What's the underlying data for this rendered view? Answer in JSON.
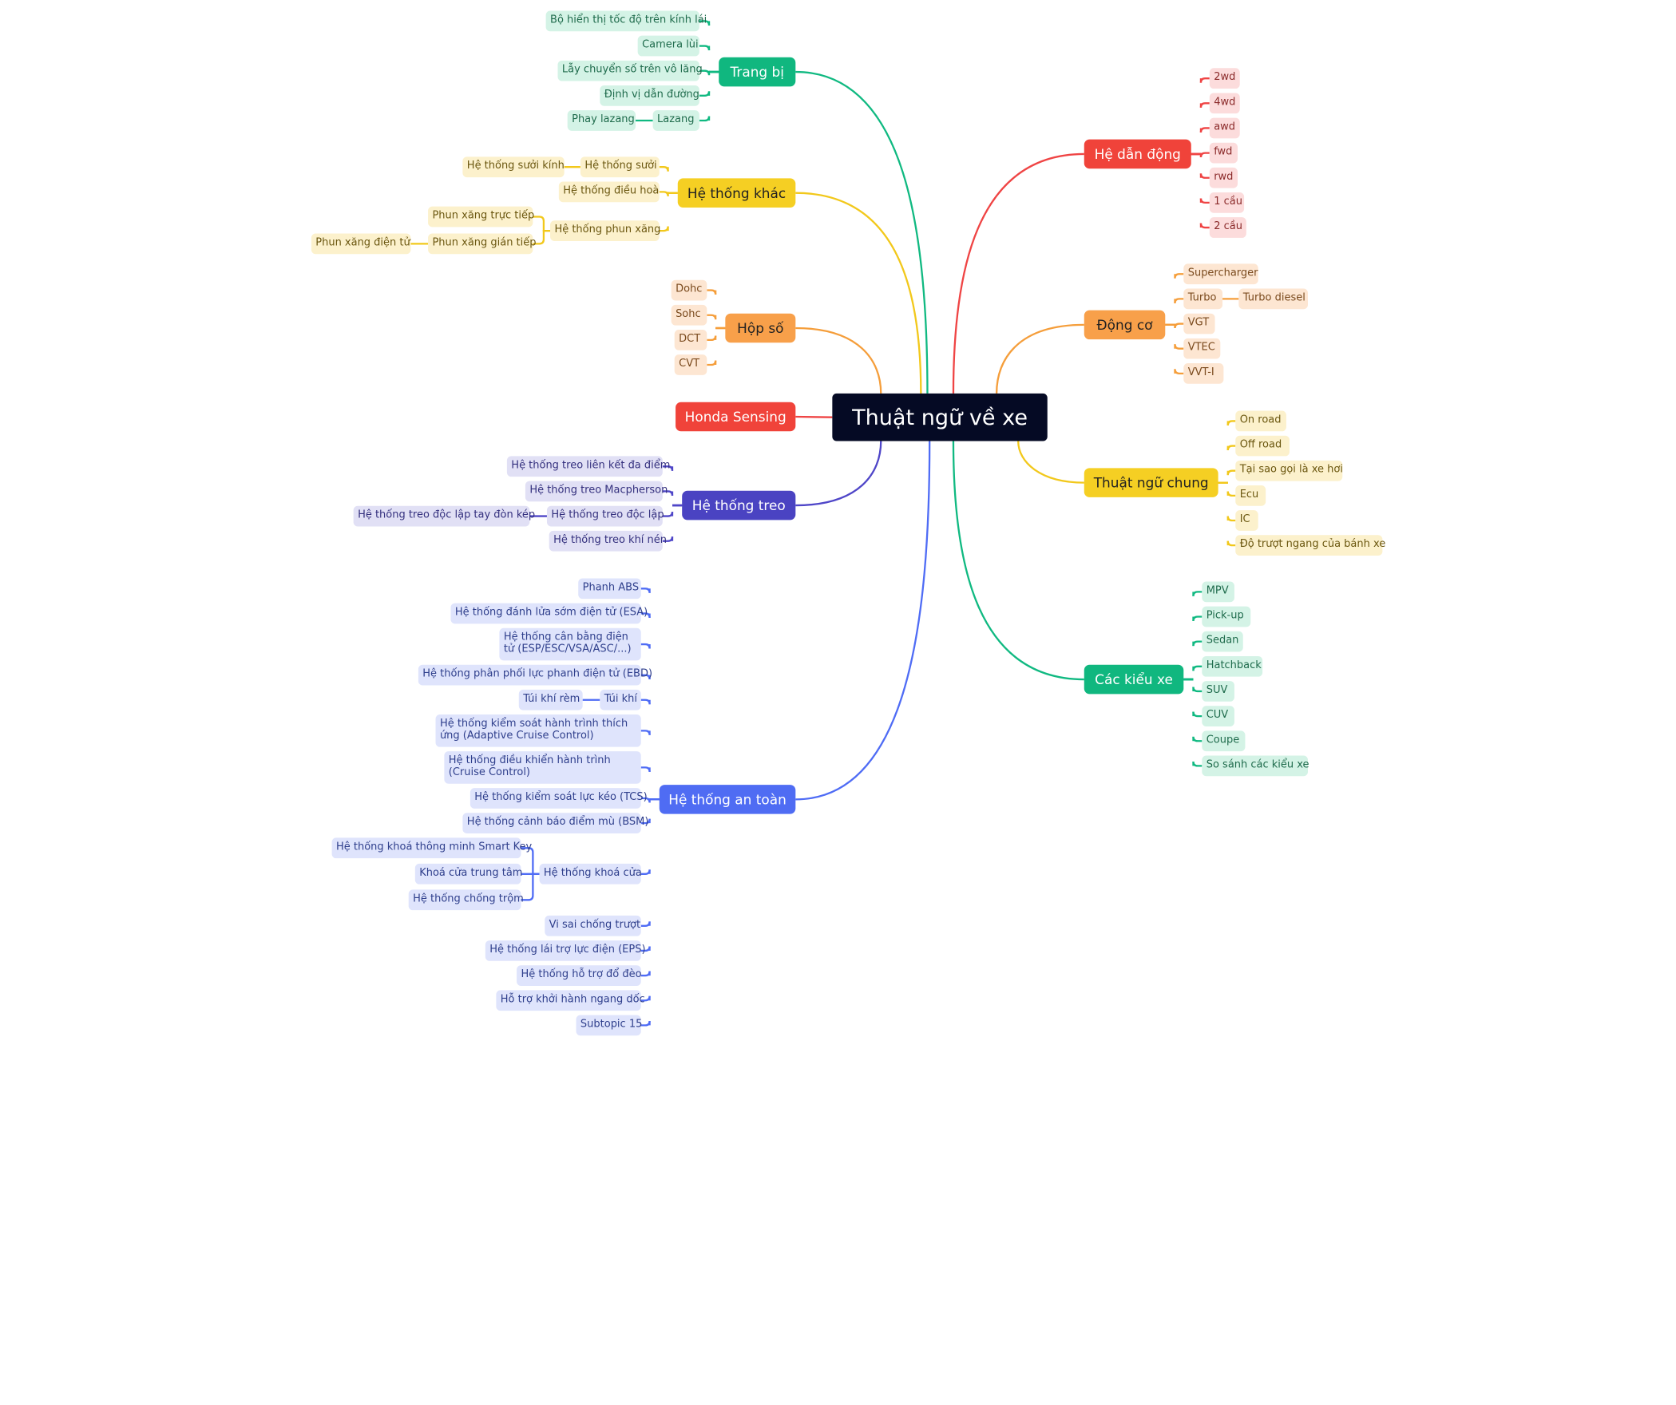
{
  "root": {
    "label": "Thuật ngữ về xe"
  },
  "palette": {
    "green": {
      "stroke": "#10b981",
      "main_bg": "#10b77f",
      "main_fg": "#ffffff",
      "leaf_bg": "#d4f3e6",
      "leaf_fg": "#1f6b4c"
    },
    "yellow": {
      "stroke": "#f2c81b",
      "main_bg": "#f5cf23",
      "main_fg": "#222222",
      "leaf_bg": "#fcf1cc",
      "leaf_fg": "#6b5710"
    },
    "orange": {
      "stroke": "#f59e3b",
      "main_bg": "#f8a04a",
      "main_fg": "#222222",
      "leaf_bg": "#fde6d2",
      "leaf_fg": "#7a4a1d"
    },
    "red": {
      "stroke": "#ef4444",
      "main_bg": "#f0433a",
      "main_fg": "#ffffff",
      "leaf_bg": "#fcdcdc",
      "leaf_fg": "#8b2a2a"
    },
    "indigo": {
      "stroke": "#4f46c8",
      "main_bg": "#4a43c2",
      "main_fg": "#ffffff",
      "leaf_bg": "#e1e0f5",
      "leaf_fg": "#34307e"
    },
    "blue": {
      "stroke": "#4f6cf5",
      "main_bg": "#4f6cf3",
      "main_fg": "#ffffff",
      "leaf_bg": "#dfe4fc",
      "leaf_fg": "#2f3f8c"
    }
  },
  "branches": {
    "trang_bi": {
      "label": "Trang bị",
      "color": "green",
      "children": [
        {
          "label": "Bộ hiển thị tốc độ trên kính lái"
        },
        {
          "label": "Camera lùi"
        },
        {
          "label": "Lẫy chuyển số trên vô lăng"
        },
        {
          "label": "Định vị dẫn đường"
        },
        {
          "label": "Lazang",
          "children": [
            {
              "label": "Phay lazang"
            }
          ]
        }
      ]
    },
    "he_thong_khac": {
      "label": "Hệ thống khác",
      "color": "yellow",
      "children": [
        {
          "label": "Hệ thống sưởi",
          "children": [
            {
              "label": "Hệ thống sưởi kính"
            }
          ]
        },
        {
          "label": "Hệ thống điều hoà"
        },
        {
          "label": "Hệ thống phun xăng",
          "children": [
            {
              "label": "Phun xăng trực tiếp"
            },
            {
              "label": "Phun xăng gián tiếp",
              "children": [
                {
                  "label": "Phun xăng điện tử"
                }
              ]
            }
          ]
        }
      ]
    },
    "hop_so": {
      "label": "Hộp số",
      "color": "orange",
      "children": [
        {
          "label": "Dohc"
        },
        {
          "label": "Sohc"
        },
        {
          "label": "DCT"
        },
        {
          "label": "CVT"
        }
      ]
    },
    "honda_sensing": {
      "label": "Honda Sensing",
      "color": "red",
      "children": []
    },
    "he_thong_treo": {
      "label": "Hệ thống treo",
      "color": "indigo",
      "children": [
        {
          "label": "Hệ thống treo liên kết đa điểm"
        },
        {
          "label": "Hệ thống treo Macpherson"
        },
        {
          "label": "Hệ thống treo độc lập",
          "children": [
            {
              "label": "Hệ thống treo độc lập tay đòn kép"
            }
          ]
        },
        {
          "label": "Hệ thống treo khí nén"
        }
      ]
    },
    "he_thong_an_toan": {
      "label": "Hệ thống an toàn",
      "color": "blue",
      "children": [
        {
          "label": "Phanh ABS"
        },
        {
          "label": "Hệ thống đánh lửa sớm điện tử (ESA)"
        },
        {
          "label": "Hệ thống cân bằng điện tử (ESP/ESC/VSA/ASC/...)"
        },
        {
          "label": "Hệ thống phân phối lực phanh điện tử (EBD)"
        },
        {
          "label": "Túi khí",
          "children": [
            {
              "label": "Túi khí rèm"
            }
          ]
        },
        {
          "label": "Hệ thống kiểm soát hành trình thích ứng (Adaptive Cruise Control)"
        },
        {
          "label": "Hệ thống điều khiển hành trình (Cruise Control)"
        },
        {
          "label": "Hệ thống kiểm soát lực kéo (TCS)"
        },
        {
          "label": "Hệ thống cảnh báo điểm mù (BSM)"
        },
        {
          "label": "Hệ thống khoá cửa",
          "children": [
            {
              "label": "Hệ thống khoá thông minh Smart Key"
            },
            {
              "label": "Khoá cửa trung tâm"
            },
            {
              "label": "Hệ thống chống trộm"
            }
          ]
        },
        {
          "label": "Vi sai chống trượt"
        },
        {
          "label": "Hệ thống lái trợ lực điện (EPS)"
        },
        {
          "label": "Hệ thống hỗ trợ đổ đèo"
        },
        {
          "label": "Hỗ trợ khởi hành ngang dốc"
        },
        {
          "label": "Subtopic 15"
        }
      ]
    },
    "he_dan_dong": {
      "label": "Hệ dẫn động",
      "color": "red",
      "children": [
        {
          "label": "2wd"
        },
        {
          "label": "4wd"
        },
        {
          "label": "awd"
        },
        {
          "label": "fwd"
        },
        {
          "label": "rwd"
        },
        {
          "label": "1 cầu"
        },
        {
          "label": "2 cầu"
        }
      ]
    },
    "dong_co": {
      "label": "Động cơ",
      "color": "orange",
      "children": [
        {
          "label": "Supercharger"
        },
        {
          "label": "Turbo",
          "children": [
            {
              "label": "Turbo diesel"
            }
          ]
        },
        {
          "label": "VGT"
        },
        {
          "label": "VTEC"
        },
        {
          "label": "VVT-I"
        }
      ]
    },
    "thuat_ngu_chung": {
      "label": "Thuật ngữ chung",
      "color": "yellow",
      "children": [
        {
          "label": "On road"
        },
        {
          "label": "Off road"
        },
        {
          "label": "Tại sao gọi là xe hơi"
        },
        {
          "label": "Ecu"
        },
        {
          "label": "IC"
        },
        {
          "label": "Độ trượt ngang của bánh xe"
        }
      ]
    },
    "cac_kieu_xe": {
      "label": "Các kiểu xe",
      "color": "green",
      "children": [
        {
          "label": "MPV"
        },
        {
          "label": "Pick-up"
        },
        {
          "label": "Sedan"
        },
        {
          "label": "Hatchback"
        },
        {
          "label": "SUV"
        },
        {
          "label": "CUV"
        },
        {
          "label": "Coupe"
        },
        {
          "label": "So sánh các kiểu xe"
        }
      ]
    }
  }
}
